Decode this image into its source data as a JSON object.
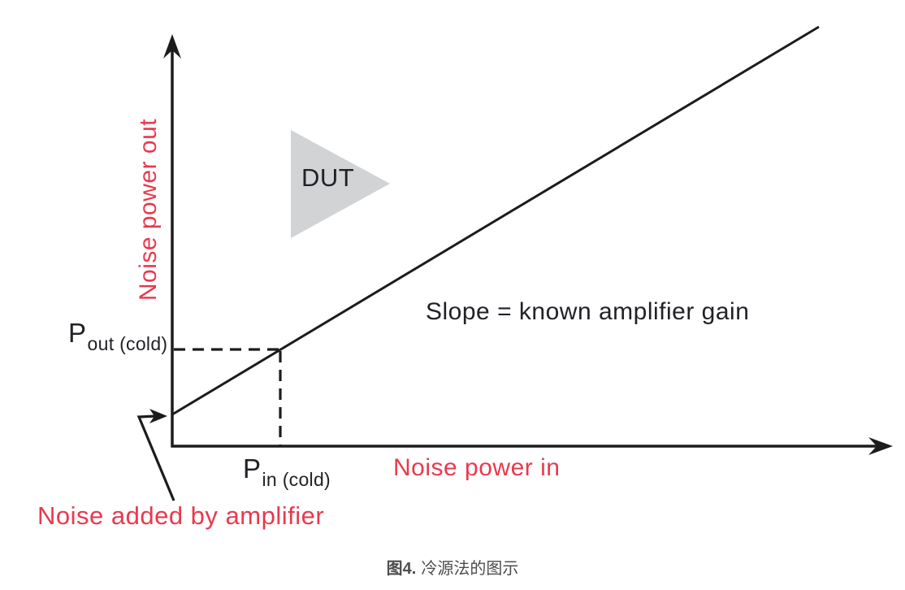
{
  "figure": {
    "y_axis_label": "Noise power out",
    "x_axis_label": "Noise power in",
    "dut_label": "DUT",
    "slope_label": "Slope = known amplifier gain",
    "p_out": {
      "base": "P",
      "sub": "out (cold)"
    },
    "p_in": {
      "base": "P",
      "sub": "in (cold)"
    },
    "noise_added_label": "Noise added by amplifier"
  },
  "caption": {
    "prefix": "图4.",
    "text": "冷源法的图示"
  },
  "icons": {
    "dut_symbol": "amplifier-triangle-icon"
  },
  "colors": {
    "accent_red": "#e9394d",
    "line_black": "#1c1c1e",
    "dut_triangle_gray": "#d2d3d5",
    "caption_gray": "#4d4d4f",
    "background": "#ffffff"
  }
}
